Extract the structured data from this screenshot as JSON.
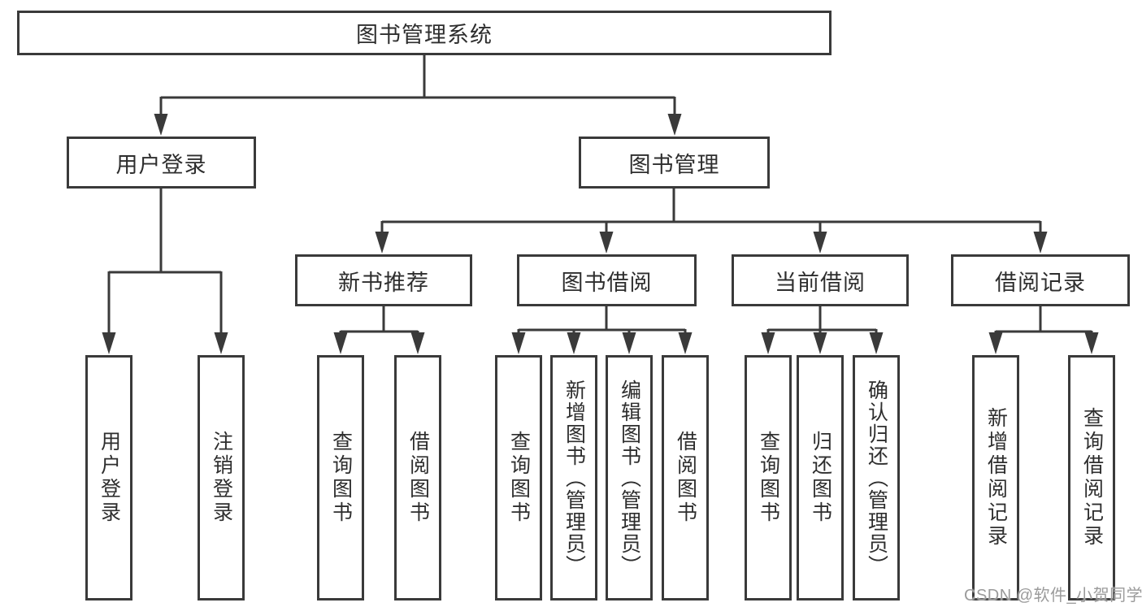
{
  "diagram": {
    "type": "hierarchy-diagram",
    "title": "图书管理系统",
    "watermark": "CSDN @软件_小贺同学",
    "colors": {
      "line": "#3a3a3a",
      "box_border": "#3a3a3a",
      "text": "#2e2e2e",
      "watermark": "#9b9b9b",
      "background": "#ffffff"
    },
    "nodes": {
      "root": {
        "label": "图书管理系统"
      },
      "user_login": {
        "label": "用户登录"
      },
      "book_mgmt": {
        "label": "图书管理"
      },
      "login": {
        "label": "用户登录"
      },
      "logout": {
        "label": "注销登录"
      },
      "new_book_rec": {
        "label": "新书推荐"
      },
      "book_borrow": {
        "label": "图书借阅"
      },
      "current_borrow": {
        "label": "当前借阅"
      },
      "borrow_record": {
        "label": "借阅记录"
      },
      "rec_query_book": {
        "label": "查询图书"
      },
      "rec_borrow_book": {
        "label": "借阅图书"
      },
      "bb_query_book": {
        "label": "查询图书"
      },
      "bb_add_book": {
        "label": "新增图书（管理员）"
      },
      "bb_edit_book": {
        "label": "编辑图书（管理员）"
      },
      "bb_borrow_book": {
        "label": "借阅图书"
      },
      "cb_query_book": {
        "label": "查询图书"
      },
      "cb_return_book": {
        "label": "归还图书"
      },
      "cb_confirm_return": {
        "label": "确认归还（管理员）"
      },
      "br_add_record": {
        "label": "新增借阅记录"
      },
      "br_query_record": {
        "label": "查询借阅记录"
      }
    },
    "hierarchy": {
      "图书管理系统": {
        "用户登录": [
          "用户登录",
          "注销登录"
        ],
        "图书管理": {
          "新书推荐": [
            "查询图书",
            "借阅图书"
          ],
          "图书借阅": [
            "查询图书",
            "新增图书（管理员）",
            "编辑图书（管理员）",
            "借阅图书"
          ],
          "当前借阅": [
            "查询图书",
            "归还图书",
            "确认归还（管理员）"
          ],
          "借阅记录": [
            "新增借阅记录",
            "查询借阅记录"
          ]
        }
      }
    }
  }
}
